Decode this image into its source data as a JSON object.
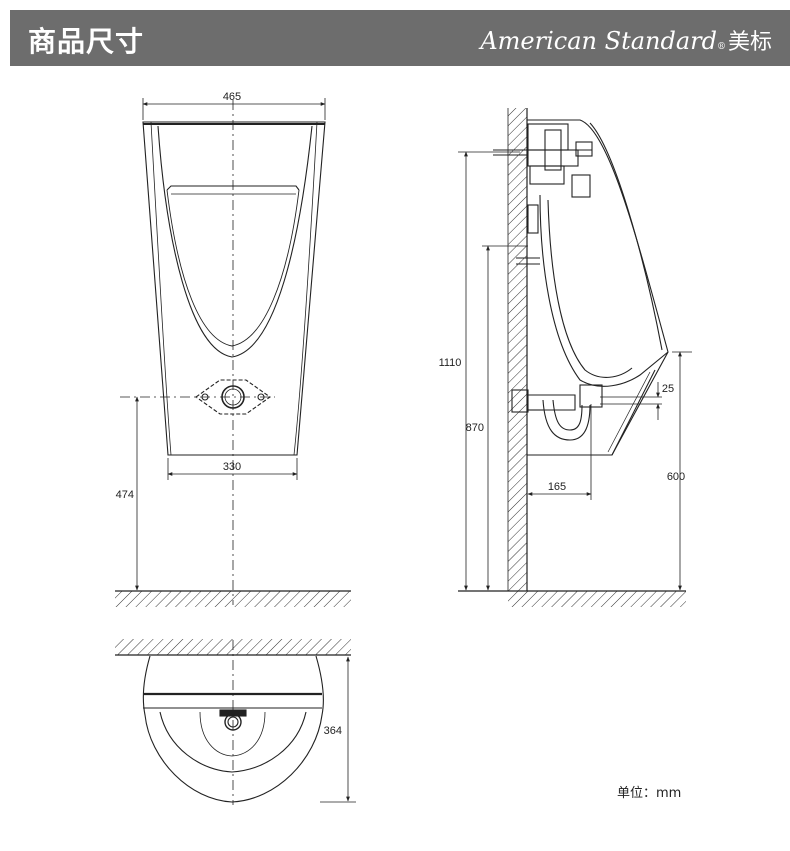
{
  "header": {
    "title": "商品尺寸",
    "brand": "American Standard",
    "brand_reg": "®",
    "brand_cn": "美标",
    "background": "#6d6d6d"
  },
  "dimensions": {
    "front_width": "465",
    "front_base_width": "330",
    "front_outlet_height": "474",
    "side_total_height": "1110",
    "side_inlet_height": "870",
    "side_rim_height": "600",
    "side_offset": "25",
    "side_outlet_depth": "165",
    "top_depth": "364"
  },
  "unit_label": "单位：mm"
}
